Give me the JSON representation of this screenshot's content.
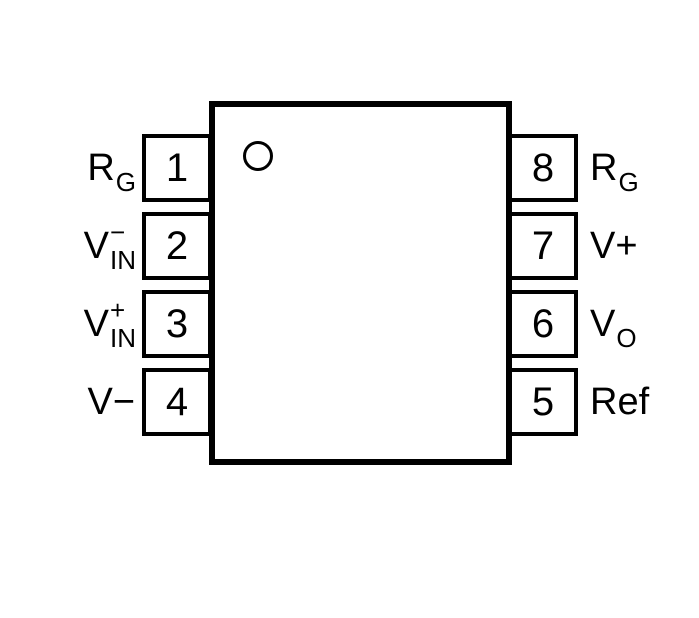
{
  "diagram": {
    "type": "ic-pinout-8-pin",
    "package_pin_count": "8",
    "colors": {
      "line": "#000000",
      "background": "#ffffff"
    },
    "pins_left": [
      {
        "number": "1",
        "label": "R",
        "sup": "",
        "sub": "G"
      },
      {
        "number": "2",
        "label": "V",
        "sup": "−",
        "sub": "IN"
      },
      {
        "number": "3",
        "label": "V",
        "sup": "+",
        "sub": "IN"
      },
      {
        "number": "4",
        "label": "V−",
        "sup": "",
        "sub": ""
      }
    ],
    "pins_right": [
      {
        "number": "8",
        "label": "R",
        "sup": "",
        "sub": "G"
      },
      {
        "number": "7",
        "label": "V+",
        "sup": "",
        "sub": ""
      },
      {
        "number": "6",
        "label": "V",
        "sup": "",
        "sub": "O"
      },
      {
        "number": "5",
        "label": "Ref",
        "sup": "",
        "sub": ""
      }
    ]
  }
}
